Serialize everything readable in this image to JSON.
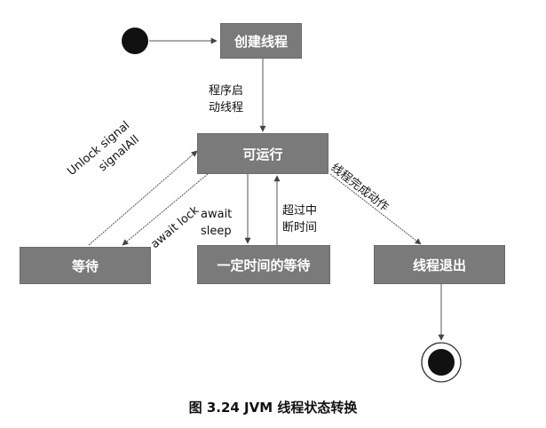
{
  "states": {
    "create": "创建线程",
    "runnable": "可运行",
    "waiting": "等待",
    "timed_waiting": "一定时间的等待",
    "terminated": "线程退出"
  },
  "transitions": {
    "start": [
      "程序启",
      "动线程"
    ],
    "unlock": [
      "Unlock signal",
      "signalAll"
    ],
    "await_lock": "await lock",
    "await_sleep": [
      "await",
      "sleep"
    ],
    "timeout": [
      "超过中",
      "断时间"
    ],
    "done": "线程完成动作"
  },
  "caption": "图 3.24    JVM 线程状态转换",
  "colors": {
    "state_fill": "#7a7a7a",
    "node_fill": "#111111",
    "arrow": "#555555"
  }
}
